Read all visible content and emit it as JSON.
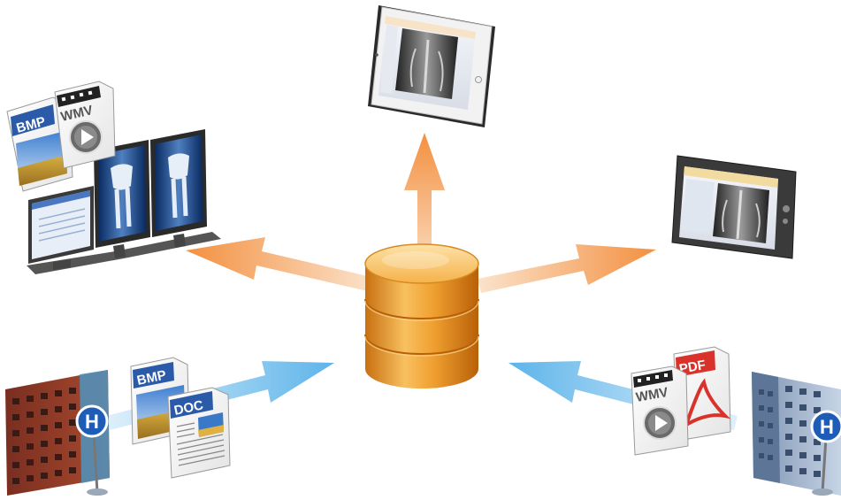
{
  "labels": {
    "bmp_top_left": "BMP",
    "wmv_top_left": "WMV",
    "bmp_bottom_left": "BMP",
    "doc_bottom_left": "DOC",
    "wmv_bottom_right": "WMV",
    "pdf_bottom_right": "PDF",
    "hospital_left": "H",
    "hospital_right": "H"
  },
  "colors": {
    "outgoing_arrow": "#f59a4a",
    "incoming_arrow": "#6ab8ea",
    "database": "#f0a030",
    "bmp_blue": "#2a5aa8",
    "doc_blue": "#2a5aa8",
    "pdf_red": "#d8322a",
    "wmv_gray": "#555555",
    "hospital_sign": "#1d5db8"
  },
  "icons": {
    "center": "database-icon",
    "top": "tablet-icon",
    "right": "handheld-device-icon",
    "left": "monitor-array-icon",
    "bottom_left": "hospital-building-icon",
    "bottom_right": "hospital-building-icon"
  }
}
